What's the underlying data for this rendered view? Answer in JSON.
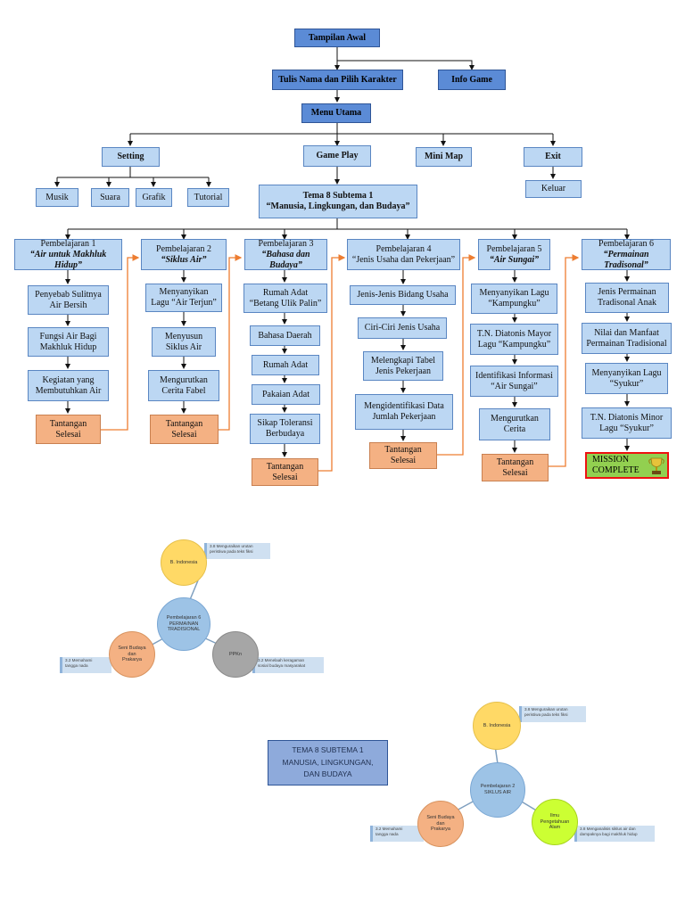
{
  "flowchart": {
    "title": "Tampilan Awal",
    "name_character": "Tulis Nama dan Pilih Karakter",
    "info": "Info Game",
    "menu": "Menu Utama",
    "setting": "Setting",
    "gameplay": "Game Play",
    "minimap": "Mini Map",
    "exit": "Exit",
    "exit_child": "Keluar",
    "setting_items": [
      "Musik",
      "Suara",
      "Grafik",
      "Tutorial"
    ],
    "tema": {
      "line1": "Tema 8 Subtema 1",
      "line2": "“Manusia, Lingkungan, dan Budaya”"
    },
    "lessons": [
      {
        "title": "Pembelajaran 1",
        "subtitle": "“Air untuk Makhluk Hidup”",
        "steps": [
          "Penyebab Sulitnya\nAir Bersih",
          "Fungsi Air Bagi\nMakhluk Hidup",
          "Kegiatan yang\nMembutuhkan Air"
        ],
        "end": "Tantangan\nSelesai"
      },
      {
        "title": "Pembelajaran 2",
        "subtitle": "“Siklus Air”",
        "steps": [
          "Menyanyikan\nLagu “Air Terjun”",
          "Menyusun\nSiklus Air",
          "Mengurutkan\nCerita Fabel"
        ],
        "end": "Tantangan\nSelesai"
      },
      {
        "title": "Pembelajaran 3",
        "subtitle": "“Bahasa dan Budaya”",
        "steps": [
          "Rumah Adat\n“Betang Ulik Palin”",
          "Bahasa Daerah",
          "Rumah Adat",
          "Pakaian Adat",
          "Sikap Toleransi\nBerbudaya"
        ],
        "end": "Tantangan\nSelesai"
      },
      {
        "title": "Pembelajaran 4",
        "subtitle": "“Jenis Usaha dan Pekerjaan”",
        "steps": [
          "Jenis-Jenis Bidang Usaha",
          "Ciri-Ciri Jenis Usaha",
          "Melengkapi Tabel\nJenis Pekerjaan",
          "Mengidentifikasi Data\nJumlah Pekerjaan"
        ],
        "end": "Tantangan\nSelesai"
      },
      {
        "title": "Pembelajaran 5",
        "subtitle": "“Air Sungai”",
        "steps": [
          "Menyanyikan Lagu\n“Kampungku”",
          "T.N. Diatonis Mayor\nLagu “Kampungku”",
          "Identifikasi Informasi\n“Air Sungai”",
          "Mengurutkan\nCerita"
        ],
        "end": "Tantangan\nSelesai"
      },
      {
        "title": "Pembelajaran 6",
        "subtitle": "“Permainan Tradisonal”",
        "steps": [
          "Jenis Permainan\nTradisonal Anak",
          "Nilai dan Manfaat\nPermainan Tradisional",
          "Menyanyikan Lagu\n“Syukur”",
          "T.N. Diatonis Minor\nLagu “Syukur”"
        ],
        "end": "MISSION\nCOMPLETE"
      }
    ]
  },
  "mindmap1": {
    "center": "Pembelajaran 6\nPERMAINAN\nTRADISIONAL",
    "top": "B. Indonesia",
    "top_note": "3.8 Menguraikan urutan\nperistiwa pada teks fiksi",
    "left": "Seni Budaya\ndan\nPrakarya",
    "left_note": "3.2 Memahami\ntangga nada",
    "right": "PPKn",
    "right_note": "3.2 Menelaah keragaman\nsosial budaya masyarakat"
  },
  "tema_box": "TEMA 8 SUBTEMA 1\nMANUSIA, LINGKUNGAN,\nDAN BUDAYA",
  "mindmap2": {
    "center": "Pembelajaran 2\nSIKLUS AIR",
    "top": "B. Indonesia",
    "top_note": "3.8 Menguraikan urutan\nperistiwa pada teks fiksi",
    "left": "Seni Budaya\ndan\nPrakarya",
    "left_note": "3.2 Memahami\ntangga nada",
    "right": "Ilmu\nPengetahuan\nAlam",
    "right_note": "3.8 Menganalisis siklus air dan\ndampaknya bagi makhluk hidup"
  },
  "colors": {
    "dark_box": "#5b8bd6",
    "light_box": "#bcd7f3",
    "challenge_box": "#f4b183",
    "mission_box": "#92d050",
    "connector_orange": "#ed7d31",
    "circle_center": "#9dc3e6",
    "circle_yellow": "#ffd966",
    "circle_orange": "#f4b183",
    "circle_gray": "#a6a6a6",
    "circle_green": "#ccff33"
  }
}
